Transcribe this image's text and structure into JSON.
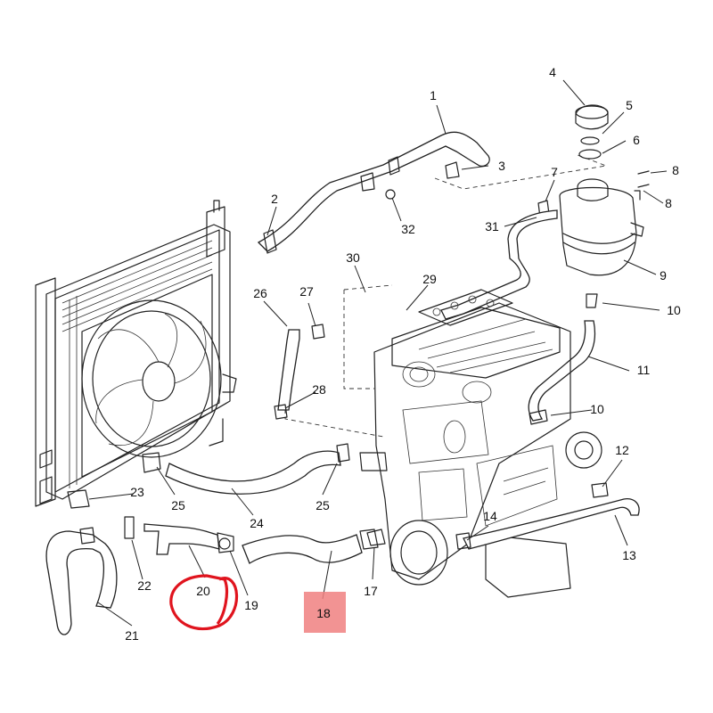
{
  "diagram": {
    "callouts": {
      "c1": "1",
      "c2": "2",
      "c3": "3",
      "c4": "4",
      "c5": "5",
      "c6": "6",
      "c7": "7",
      "c8a": "8",
      "c8b": "8",
      "c9": "9",
      "c10a": "10",
      "c10b": "10",
      "c11": "11",
      "c12": "12",
      "c13": "13",
      "c14": "14",
      "c17": "17",
      "c18": "18",
      "c19": "19",
      "c20": "20",
      "c21": "21",
      "c22": "22",
      "c23": "23",
      "c24": "24",
      "c25a": "25",
      "c25b": "25",
      "c26": "26",
      "c27": "27",
      "c28": "28",
      "c29": "29",
      "c30": "30",
      "c31": "31",
      "c32": "32"
    },
    "highlight": {
      "box_label_ref": "18",
      "circle_label_ref": "20",
      "box_color": "#f08080",
      "circle_color": "#e0141e"
    }
  }
}
